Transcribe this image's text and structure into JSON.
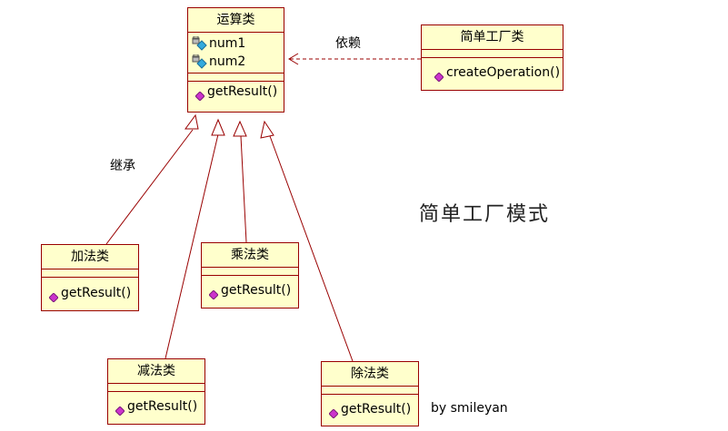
{
  "classes": {
    "operation": {
      "name": "运算类",
      "attrs": [
        "num1",
        "num2"
      ],
      "op": "getResult()"
    },
    "factory": {
      "name": "简单工厂类",
      "op": "createOperation()"
    },
    "add": {
      "name": "加法类",
      "op": "getResult()"
    },
    "mul": {
      "name": "乘法类",
      "op": "getResult()"
    },
    "sub": {
      "name": "减法类",
      "op": "getResult()"
    },
    "div": {
      "name": "除法类",
      "op": "getResult()"
    }
  },
  "labels": {
    "dependency": "依赖",
    "inheritance": "继承",
    "pattern_title": "简单工厂模式",
    "author": "by smileyan"
  },
  "icons": {
    "attribute": "private-attribute-icon",
    "operation": "public-operation-icon"
  },
  "colors": {
    "class_fill": "#ffffcc",
    "class_border": "#990000",
    "connector": "#990000",
    "operation_icon": "#cc33cc",
    "attribute_icon": "#33aadd"
  }
}
